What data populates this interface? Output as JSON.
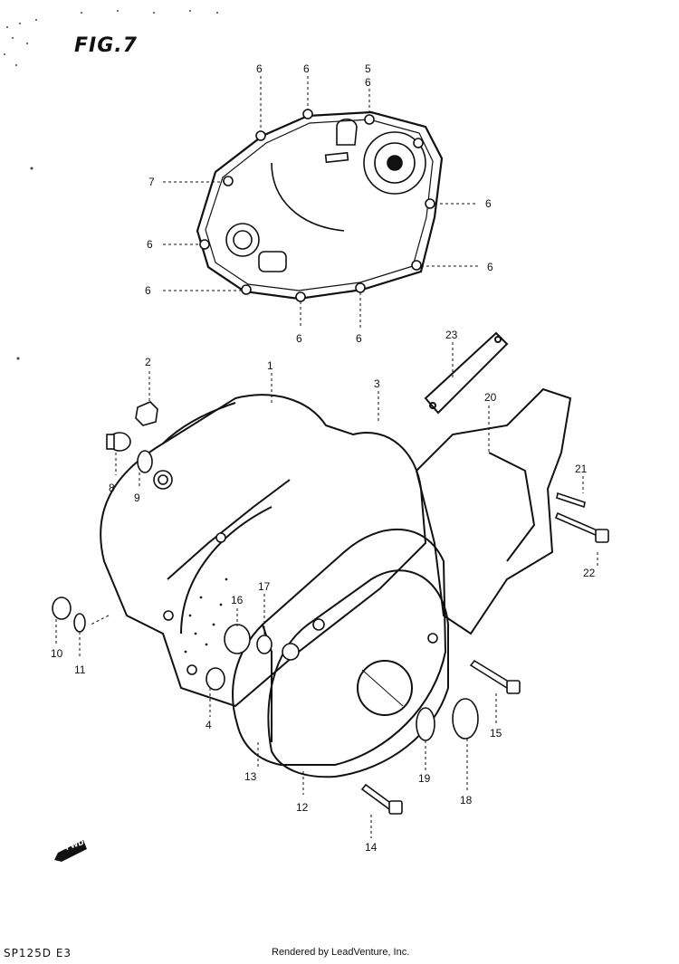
{
  "figure": {
    "title": "FIG.7",
    "model_code": "SP125D  E3",
    "rendered_by": "Rendered by LeadVenture, Inc.",
    "forward_marker": "FWD"
  },
  "callouts": {
    "c1": "1",
    "c2": "2",
    "c3": "3",
    "c4": "4",
    "c5": "5",
    "c6a": "6",
    "c6b": "6",
    "c6c": "6",
    "c6d": "6",
    "c6e": "6",
    "c6f": "6",
    "c6g": "6",
    "c6h": "6",
    "c6i": "6",
    "c7": "7",
    "c8": "8",
    "c9": "9",
    "c10": "10",
    "c11": "11",
    "c12": "12",
    "c13": "13",
    "c14": "14",
    "c15": "15",
    "c16": "16",
    "c17": "17",
    "c18": "18",
    "c19": "19",
    "c20": "20",
    "c21": "21",
    "c22": "22",
    "c23": "23"
  }
}
